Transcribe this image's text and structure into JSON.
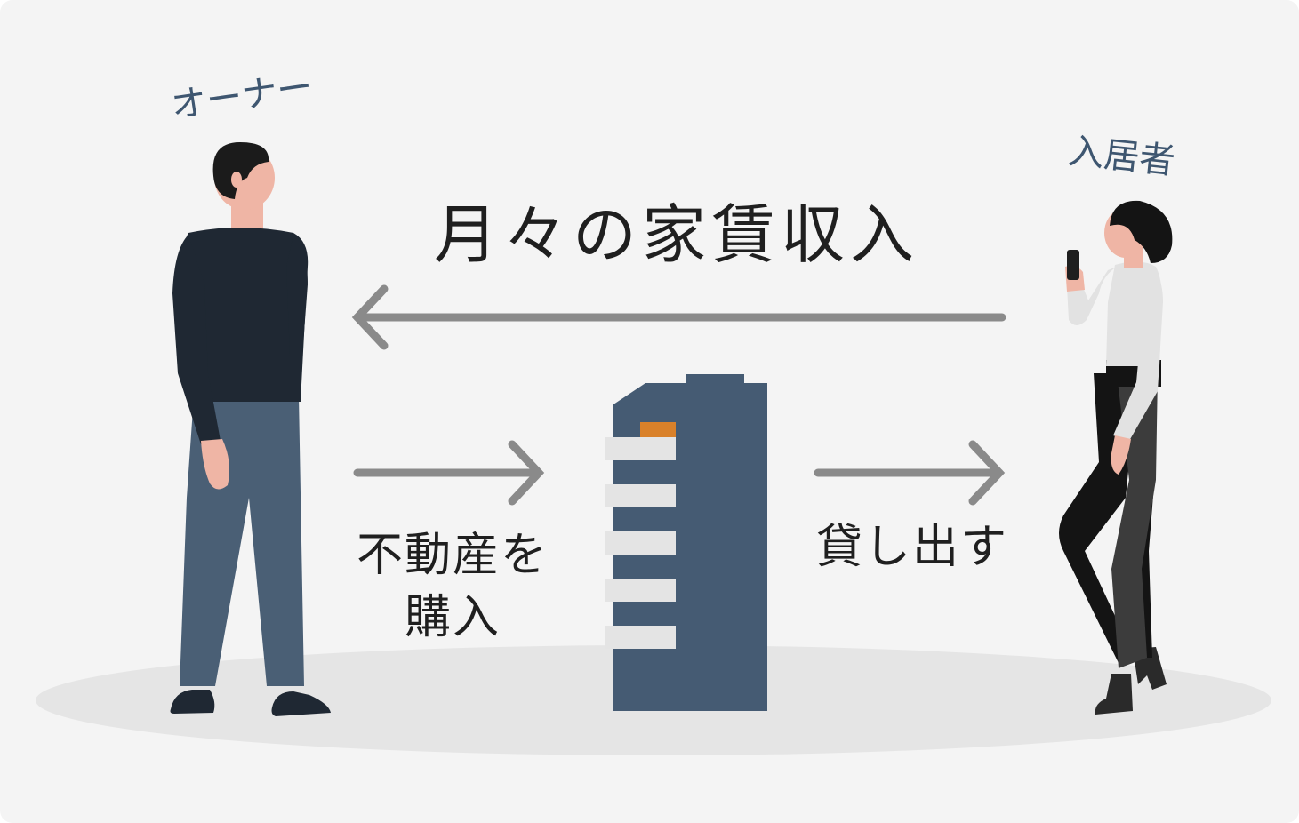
{
  "roles": {
    "owner": "オーナー",
    "tenant": "入居者"
  },
  "flows": {
    "rent_income": "月々の家賃収入",
    "purchase": "不動産を購入",
    "lend": "貸し出す"
  },
  "colors": {
    "background": "#f4f4f4",
    "ground": "#e5e5e5",
    "arrow": "#8a8a8a",
    "building": "#455b73",
    "building_accent": "#d9812a",
    "owner_shirt": "#1f2833",
    "owner_pants": "#4a5f75",
    "skin": "#efb5a5",
    "tenant_top": "#e2e2e2",
    "tenant_pants": "#141414",
    "role_text": "#3e5670"
  },
  "icons": [
    "owner-figure-icon",
    "tenant-figure-icon",
    "building-icon",
    "smartphone-icon"
  ]
}
